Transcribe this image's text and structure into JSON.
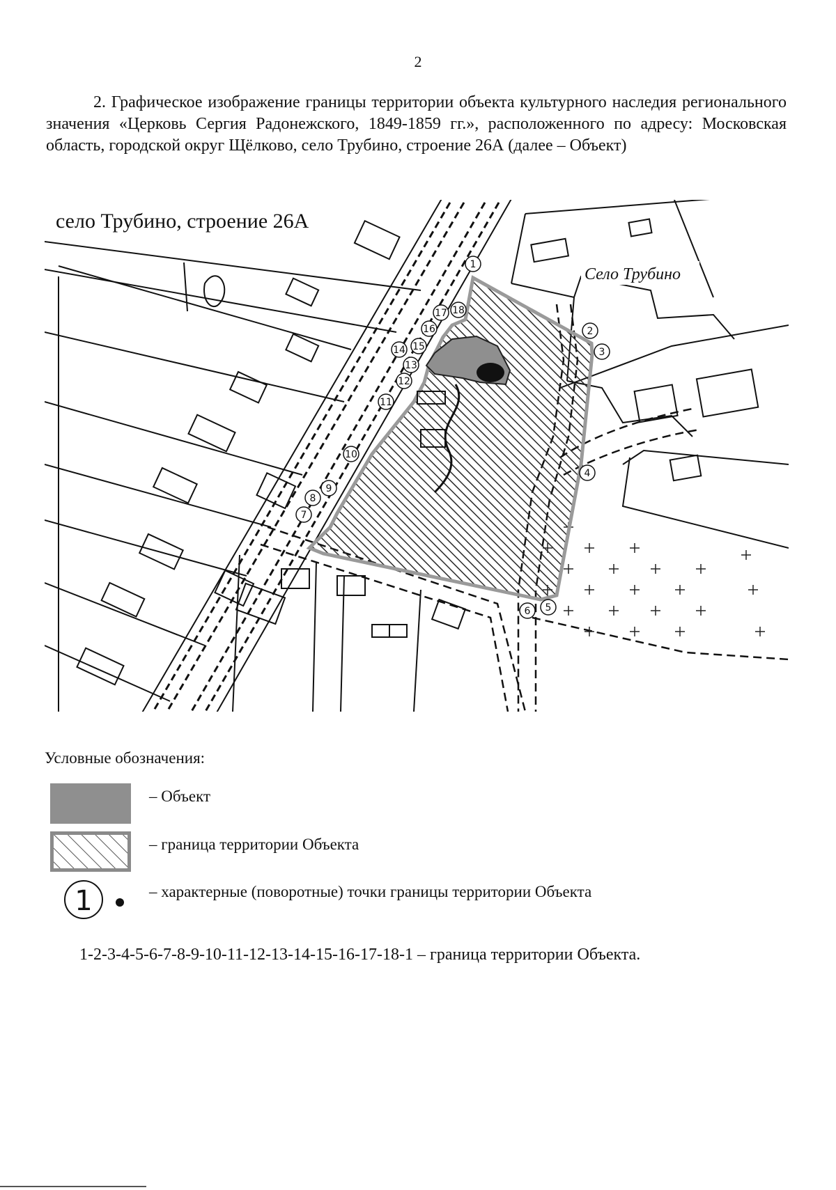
{
  "page_number": "2",
  "heading": "2. Графическое изображение границы территории объекта культурного наследия регионального значения «Церковь Сергия Радонежского, 1849-1859 гг.», расположенного по адресу: Московская область, городской округ Щёлково, село Трубино, строение 26А (далее – Объект)",
  "map": {
    "address_label": "село Трубино, строение 26А",
    "village_label": "Село Трубино",
    "point_labels": [
      "1",
      "2",
      "3",
      "4",
      "5",
      "6",
      "7",
      "8",
      "9",
      "10",
      "11",
      "12",
      "13",
      "14",
      "15",
      "16",
      "17",
      "18"
    ],
    "colors": {
      "object_fill": "#8f8f8f",
      "boundary_line": "#9a9a9a",
      "ink": "#111111"
    }
  },
  "legend": {
    "title": "Условные обозначения:",
    "items": [
      {
        "text": "– Объект",
        "symbol": "object-swatch"
      },
      {
        "text": "– граница территории Объекта",
        "symbol": "hatched-swatch"
      },
      {
        "text": "– характерные (поворотные) точки границы территории Объекта",
        "symbol": "point-marker-icon",
        "marker_number": "1"
      }
    ]
  },
  "boundary_sequence": "1-2-3-4-5-6-7-8-9-10-11-12-13-14-15-16-17-18-1 – граница территории Объекта."
}
